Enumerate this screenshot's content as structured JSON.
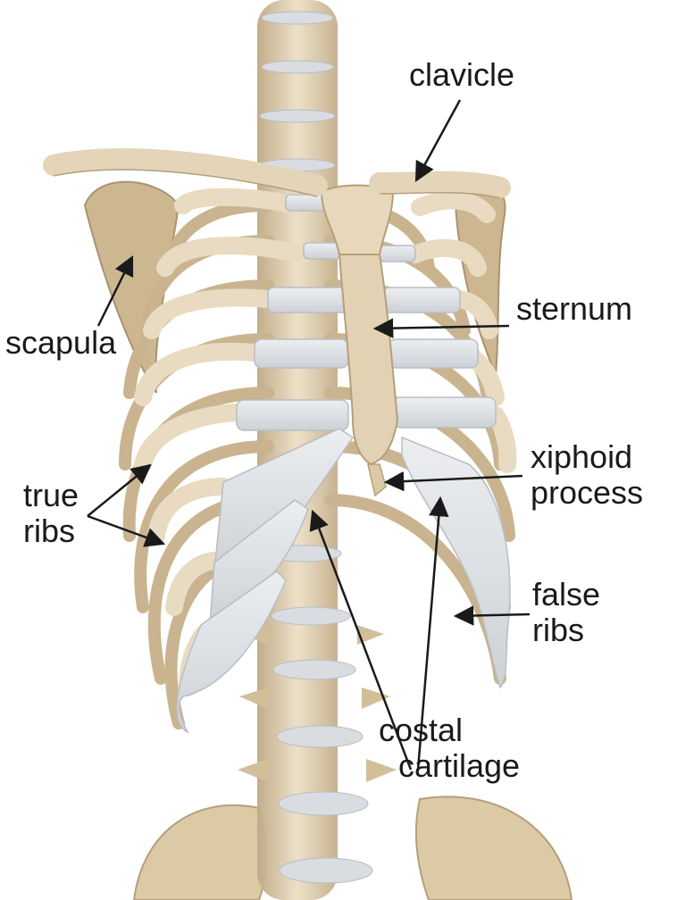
{
  "labels": {
    "clavicle": "clavicle",
    "sternum": "sternum",
    "scapula": "scapula",
    "xiphoid_line1": "xiphoid",
    "xiphoid_line2": "process",
    "true_ribs_line1": "true",
    "true_ribs_line2": "ribs",
    "false_ribs_line1": "false",
    "false_ribs_line2": "ribs",
    "costal_line1": "costal",
    "costal_line2": "cartilage"
  },
  "colors": {
    "bone": "#e6d7bb",
    "bone_shadow": "#c8b48f",
    "cartilage": "#dfe2e6",
    "label_text": "#1a1a1a",
    "arrow": "#1a1a1a",
    "background": "#ffffff"
  }
}
